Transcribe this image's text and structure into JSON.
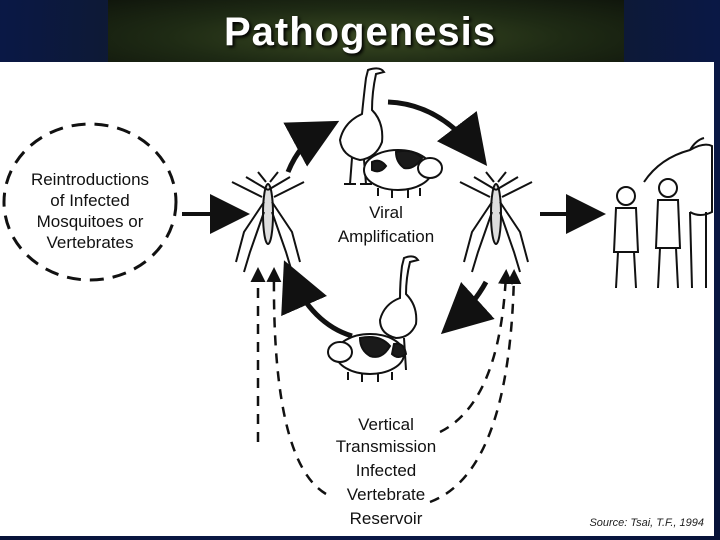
{
  "slide": {
    "title": "Pathogenesis"
  },
  "diagram": {
    "reintroduction_lines": [
      "Reintroductions",
      "of Infected",
      "Mosquitoes or",
      "Vertebrates"
    ],
    "amplification_lines": [
      "Viral",
      "Amplification"
    ],
    "reservoir_lines": [
      "Vertical",
      "Transmission",
      "Infected",
      "Vertebrate",
      "Reservoir"
    ],
    "source": "Source: Tsai, T.F., 1994"
  },
  "colors": {
    "background": "#0b1a4a",
    "panel": "#ffffff",
    "ink": "#111111",
    "pig_patch": "#1a1a1a"
  }
}
